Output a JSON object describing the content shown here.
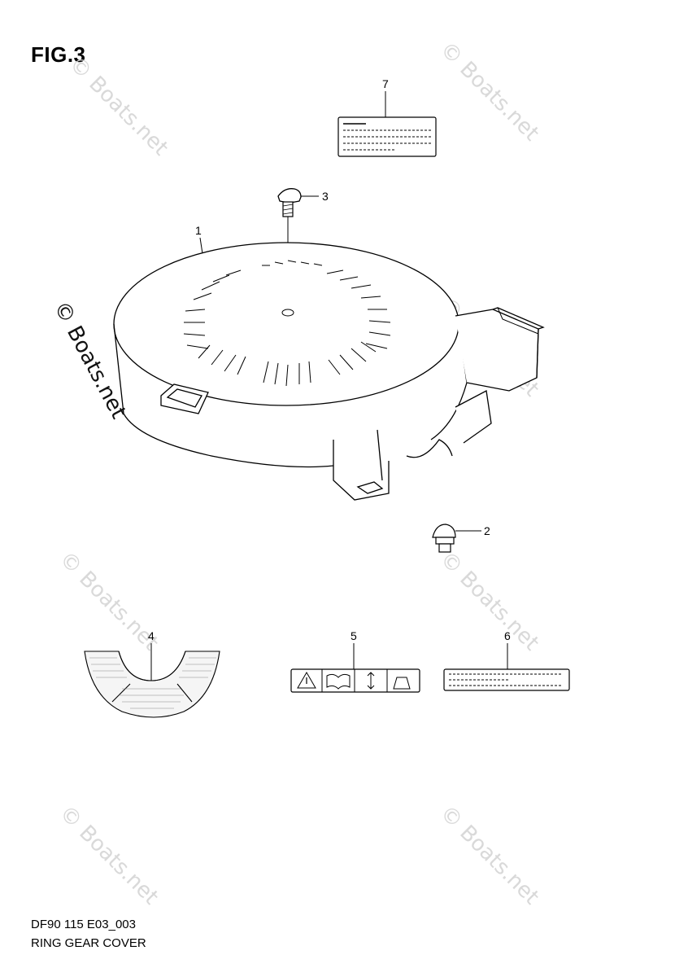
{
  "figure": {
    "title": "FIG.3"
  },
  "footer": {
    "code": "DF90 115 E03_003",
    "name": "RING GEAR COVER"
  },
  "watermarks": {
    "light": "© Boats.net",
    "dark": "© Boats.net"
  },
  "parts": [
    {
      "callout": "1",
      "name": "ring-gear-cover"
    },
    {
      "callout": "2",
      "name": "grommet"
    },
    {
      "callout": "3",
      "name": "screw"
    },
    {
      "callout": "4",
      "name": "gear-cover-seal"
    },
    {
      "callout": "5",
      "name": "caution-label"
    },
    {
      "callout": "6",
      "name": "information-label"
    },
    {
      "callout": "7",
      "name": "specification-label"
    }
  ],
  "colors": {
    "line": "#000000",
    "watermark": "#d9d9d9"
  }
}
